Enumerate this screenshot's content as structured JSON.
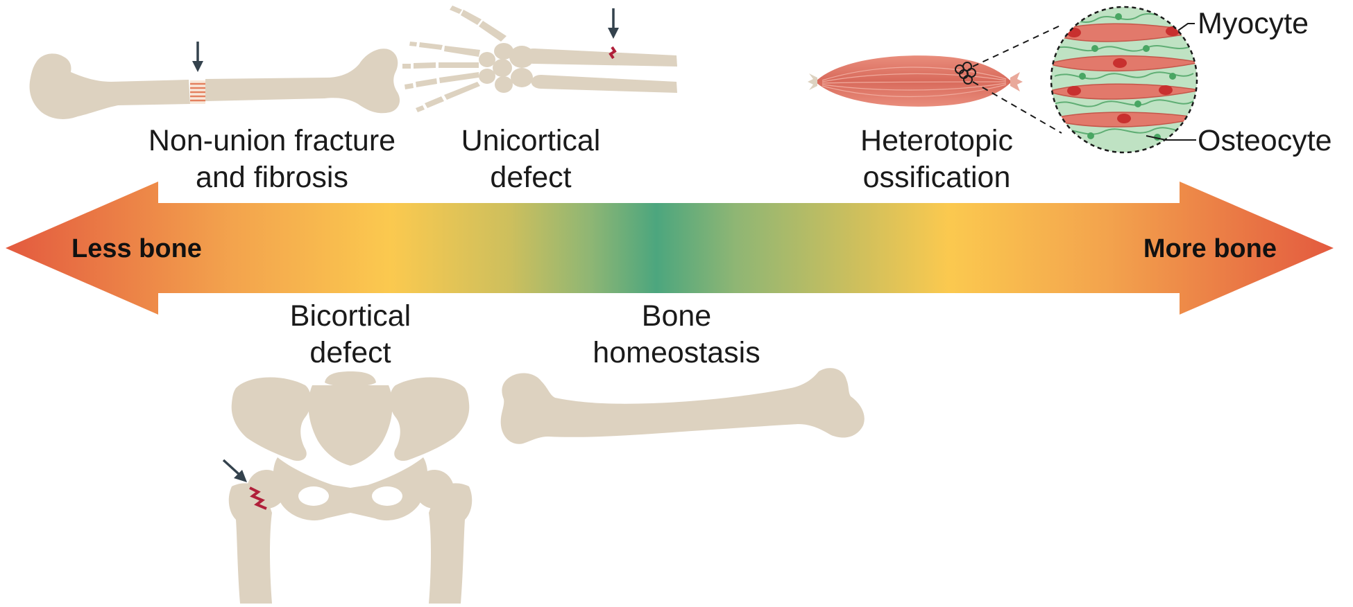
{
  "diagram": {
    "spectrum": {
      "left_label": "Less bone",
      "right_label": "More bone",
      "colors": [
        "#e35a3f",
        "#f3a34d",
        "#fbc94f",
        "#cdbf5d",
        "#8fb674",
        "#4ca67e",
        "#8fb674",
        "#cdbf5d",
        "#fbc94f",
        "#f3a34d",
        "#e35a3f"
      ]
    },
    "conditions": {
      "nonunion": {
        "line1": "Non-union fracture",
        "line2": "and fibrosis"
      },
      "unicortical": {
        "line1": "Unicortical",
        "line2": "defect"
      },
      "bicortical": {
        "line1": "Bicortical",
        "line2": "defect"
      },
      "homeostasis": {
        "line1": "Bone",
        "line2": "homeostasis"
      },
      "heterotopic": {
        "line1": "Heterotopic",
        "line2": "ossification"
      }
    },
    "inset": {
      "myocyte_label": "Myocyte",
      "osteocyte_label": "Osteocyte"
    },
    "palette": {
      "bone": "#ddd2c0",
      "muscle": "#e07c6c",
      "myocyte": "#e2796b",
      "osteocyte_matrix": "#a9d7b1",
      "osteocyte_cell": "#49a663",
      "crack": "#b0203a",
      "pointer": "#34424d"
    }
  }
}
